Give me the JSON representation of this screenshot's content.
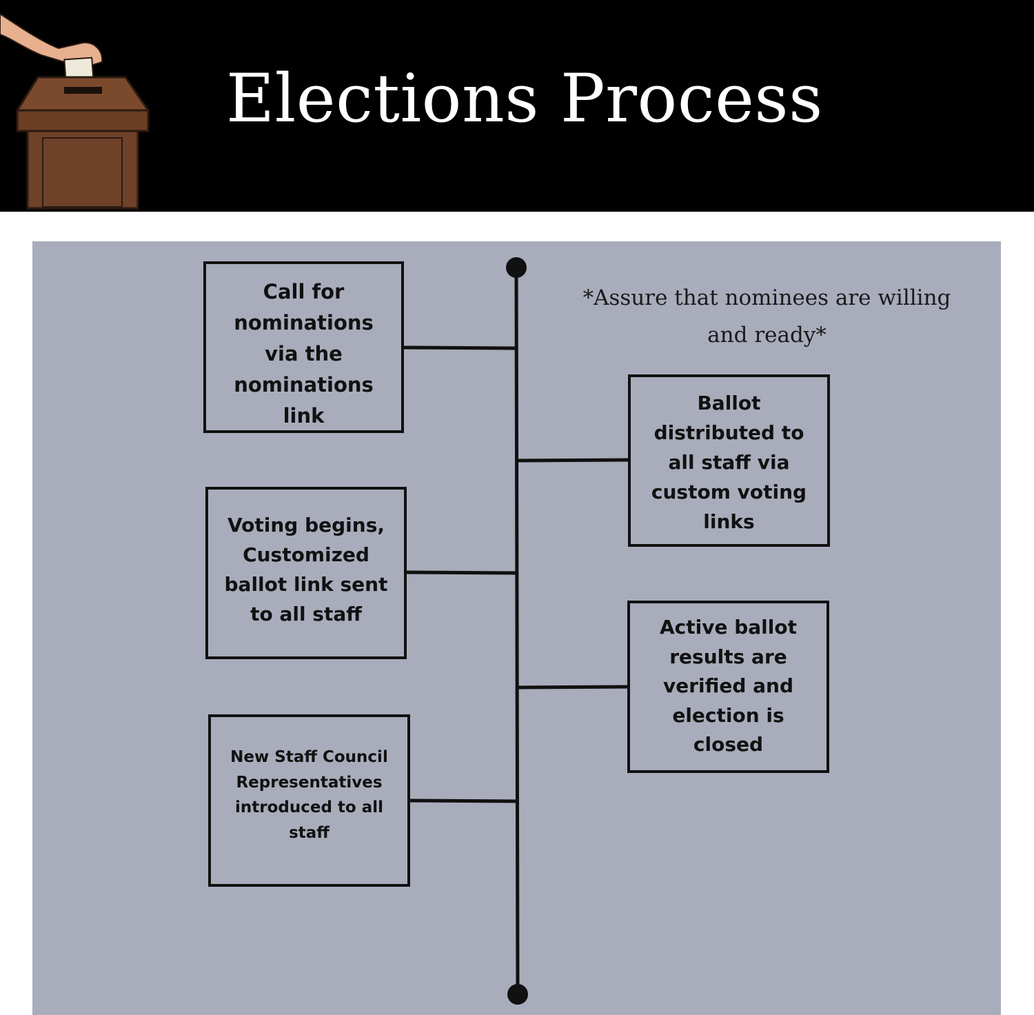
{
  "header": {
    "title": "Elections Process",
    "ballot_box_icon": "ballot-box-with-hand-icon"
  },
  "note": {
    "text": "*Assure that nominees are willing and ready*"
  },
  "timeline": {
    "steps": [
      {
        "text": "Call for nominations via the nominations link",
        "side": "left"
      },
      {
        "text": "Ballot distributed to all staff via custom voting links",
        "side": "right"
      },
      {
        "text": "Voting begins, Customized ballot link sent to all staff",
        "side": "left"
      },
      {
        "text": "Active ballot results are verified and election is closed",
        "side": "right"
      },
      {
        "text": "New Staff Council Representatives introduced to all staff",
        "side": "left"
      }
    ]
  },
  "colors": {
    "header_bg": "#000000",
    "panel_bg": "#a9acbb",
    "line": "#111111",
    "title_text": "#ffffff"
  }
}
